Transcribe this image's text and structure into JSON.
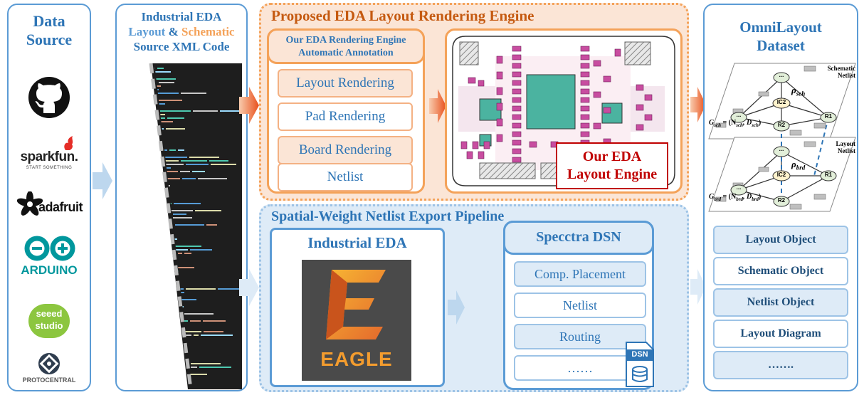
{
  "data_source": {
    "title_line1": "Data",
    "title_line2": "Source",
    "logos": {
      "github": "github-logo",
      "sparkfun": "sparkfun.",
      "sparkfun_sub": "START SOMETHING",
      "adafruit": "adafruit",
      "arduino": "ARDUINO",
      "seeed_top": "seeed",
      "seeed_bottom": "studio",
      "protocentral": "PROTOCENTRAL"
    }
  },
  "xml_panel": {
    "title_line1": "Industrial EDA",
    "title_layout": "Layout",
    "title_amp": " & ",
    "title_schematic": "Schematic",
    "title_line3": "Source XML Code"
  },
  "rendering_engine": {
    "title": "Proposed EDA Layout Rendering Engine",
    "inner_title_line1": "Our EDA Rendering Engine",
    "inner_title_line2": "Automatic Annotation",
    "items": [
      "Layout Rendering",
      "Pad Rendering",
      "Board Rendering",
      "Netlist"
    ],
    "engine_label_line1": "Our EDA",
    "engine_label_line2": "Layout Engine"
  },
  "pipeline": {
    "title": "Spatial-Weight Netlist Export Pipeline",
    "industrial_title": "Industrial EDA",
    "eagle_label": "EAGLE",
    "dsn_title": "Specctra DSN",
    "dsn_items": [
      "Comp. Placement",
      "Netlist",
      "Routing",
      "……"
    ],
    "dsn_icon_label": "DSN"
  },
  "omnilayout": {
    "title_line1": "OmniLayout",
    "title_line2": "Dataset",
    "schematic_label_line1": "Schematic",
    "schematic_label_line2": "Netlist",
    "layout_label_line1": "Layout",
    "layout_label_line2": "Netlist",
    "node_ic2": "IC2",
    "node_r1": "R1",
    "node_r2": "R2",
    "node_dots": "...",
    "rho_sch": "ρ",
    "rho_sch_sub": "sch",
    "rho_brd": "ρ",
    "rho_brd_sub": "brd",
    "g_sch": "G",
    "g_sch_sub": "sch",
    "g_sch_rest": " = (N",
    "g_sch_n_sub": "sch",
    "g_sch_d": ", D",
    "g_sch_d_sub": "sch",
    "g_sch_end": ")",
    "g_brd": "G",
    "g_brd_sub": "brd",
    "g_brd_rest": " = (N",
    "g_brd_n_sub": "brd",
    "g_brd_d": ", D",
    "g_brd_d_sub": "brd",
    "g_brd_end": ")",
    "items": [
      "Layout Object",
      "Schematic Object",
      "Netlist Object",
      "Layout Diagram",
      "……."
    ]
  },
  "colors": {
    "blue_border": "#5b9bd5",
    "orange": "#f4a259",
    "title_blue": "#2e75b6",
    "orange_text": "#ed7d31",
    "dark_red": "#c00000"
  }
}
